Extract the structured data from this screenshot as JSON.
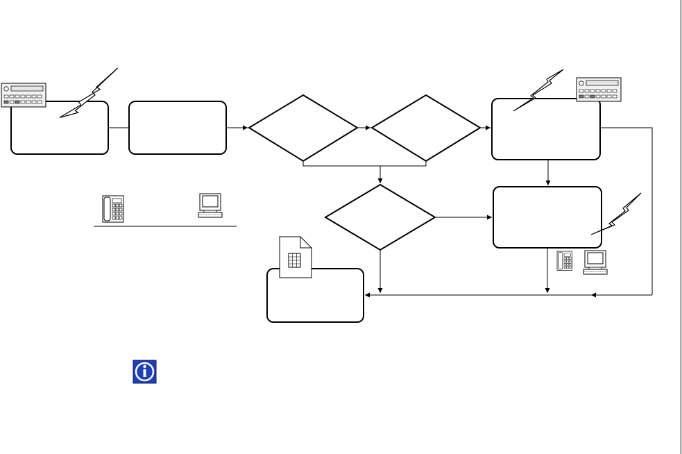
{
  "diagram": {
    "nodes": [
      {
        "id": "box-receive",
        "shape": "rounded-rect",
        "text": ""
      },
      {
        "id": "box-forward",
        "shape": "rounded-rect",
        "text": ""
      },
      {
        "id": "decision-1",
        "shape": "diamond",
        "text": ""
      },
      {
        "id": "decision-2",
        "shape": "diamond",
        "text": ""
      },
      {
        "id": "box-notify",
        "shape": "rounded-rect",
        "text": ""
      },
      {
        "id": "decision-3",
        "shape": "diamond",
        "text": ""
      },
      {
        "id": "box-dispatch",
        "shape": "rounded-rect",
        "text": ""
      },
      {
        "id": "box-record",
        "shape": "rounded-rect",
        "text": ""
      }
    ],
    "icons": [
      {
        "name": "alarm-keypad-icon"
      },
      {
        "name": "radio-signal-icon"
      },
      {
        "name": "telephone-icon"
      },
      {
        "name": "computer-icon"
      },
      {
        "name": "document-icon"
      },
      {
        "name": "info-icon"
      }
    ]
  }
}
